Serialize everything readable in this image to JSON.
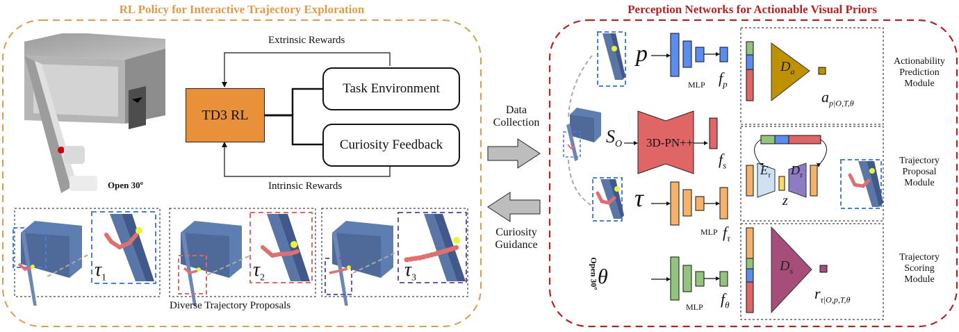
{
  "left_panel": {
    "title": "RL Policy for Interactive Trajectory Exploration",
    "title_color": "#E09A4A",
    "border_color": "#E09A4A",
    "scene_label": "Open 30º",
    "rl_block": {
      "agent_label": "TD3 RL",
      "agent_color": "#E8913A",
      "env_label": "Task Environment",
      "curiosity_label": "Curiosity Feedback",
      "extrinsic_label": "Extrinsic Rewards",
      "intrinsic_label": "Intrinsic Rewards"
    },
    "proposals": {
      "caption": "Diverse Trajectory Proposals",
      "items": [
        {
          "label": "τ",
          "subscript": "1",
          "color": "#4A7FD1"
        },
        {
          "label": "τ",
          "subscript": "2",
          "color": "#D96A6A"
        },
        {
          "label": "τ",
          "subscript": "3",
          "color": "#6A55A8"
        }
      ]
    }
  },
  "middle": {
    "data_collection_label": [
      "Data",
      "Collection"
    ],
    "curiosity_guidance_label": [
      "Curiosity",
      "Guidance"
    ],
    "arrow_color": "#BDBDBD"
  },
  "right_panel": {
    "title": "Perception Networks for Actionable Visual Priors",
    "title_color": "#B22222",
    "border_color": "#B22222",
    "encoders": [
      {
        "input": "p",
        "mlp_label": "MLP",
        "output": "f",
        "output_sub": "p",
        "color": "#5B8DEF"
      },
      {
        "input": "S",
        "input_sub": "O",
        "backbone_label": "3D-PN++",
        "output": "f",
        "output_sub": "s",
        "color": "#E06666"
      },
      {
        "input": "τ",
        "mlp_label": "MLP",
        "output": "f",
        "output_sub": "τ",
        "color": "#F6B26B"
      },
      {
        "input": "θ",
        "mlp_label": "MLP",
        "output": "f",
        "output_sub": "θ",
        "color": "#93C47D",
        "side_label": "Open 30º"
      }
    ],
    "modules": [
      {
        "name": [
          "Actionability",
          "Prediction",
          "Module"
        ],
        "net": "D",
        "net_sub": "a",
        "net_color": "#BF9000",
        "output": "a",
        "output_sub": "p|O,T,θ"
      },
      {
        "name": [
          "Trajectory",
          "Proposal",
          "Module"
        ],
        "encoder": "E",
        "encoder_sub": "τ",
        "encoder_color": "#CFE2F3",
        "decoder": "D",
        "decoder_sub": "τ",
        "decoder_color": "#8E7CC3",
        "latent": "z",
        "latent_color": "#FFD966"
      },
      {
        "name": [
          "Trajectory",
          "Scoring",
          "Module"
        ],
        "net": "D",
        "net_sub": "s",
        "net_color": "#A64D79",
        "output": "r",
        "output_sub": "τ|O,p,T,θ"
      }
    ]
  }
}
